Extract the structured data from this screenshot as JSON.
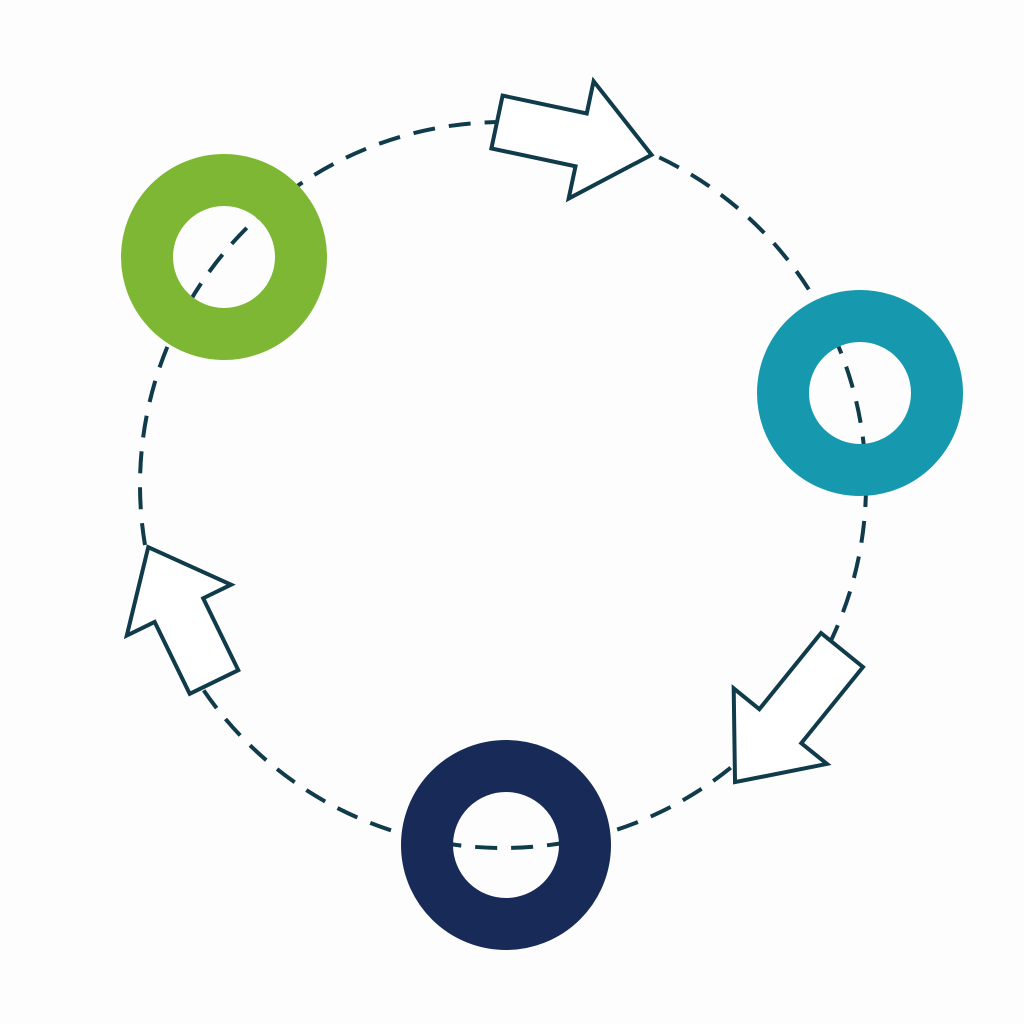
{
  "diagram": {
    "type": "cycle",
    "colors": {
      "path": "#0f3b4a",
      "node_green": "#7db734",
      "node_teal": "#1699ae",
      "node_navy": "#172a58",
      "arrow_fill": "#ffffff"
    },
    "nodes": [
      {
        "id": "green-ring",
        "color": "#7db734"
      },
      {
        "id": "teal-ring",
        "color": "#1699ae"
      },
      {
        "id": "navy-ring",
        "color": "#172a58"
      }
    ],
    "arrows": [
      {
        "id": "arrow-top",
        "direction": "clockwise"
      },
      {
        "id": "arrow-bottom-right",
        "direction": "clockwise"
      },
      {
        "id": "arrow-left",
        "direction": "clockwise"
      }
    ]
  }
}
